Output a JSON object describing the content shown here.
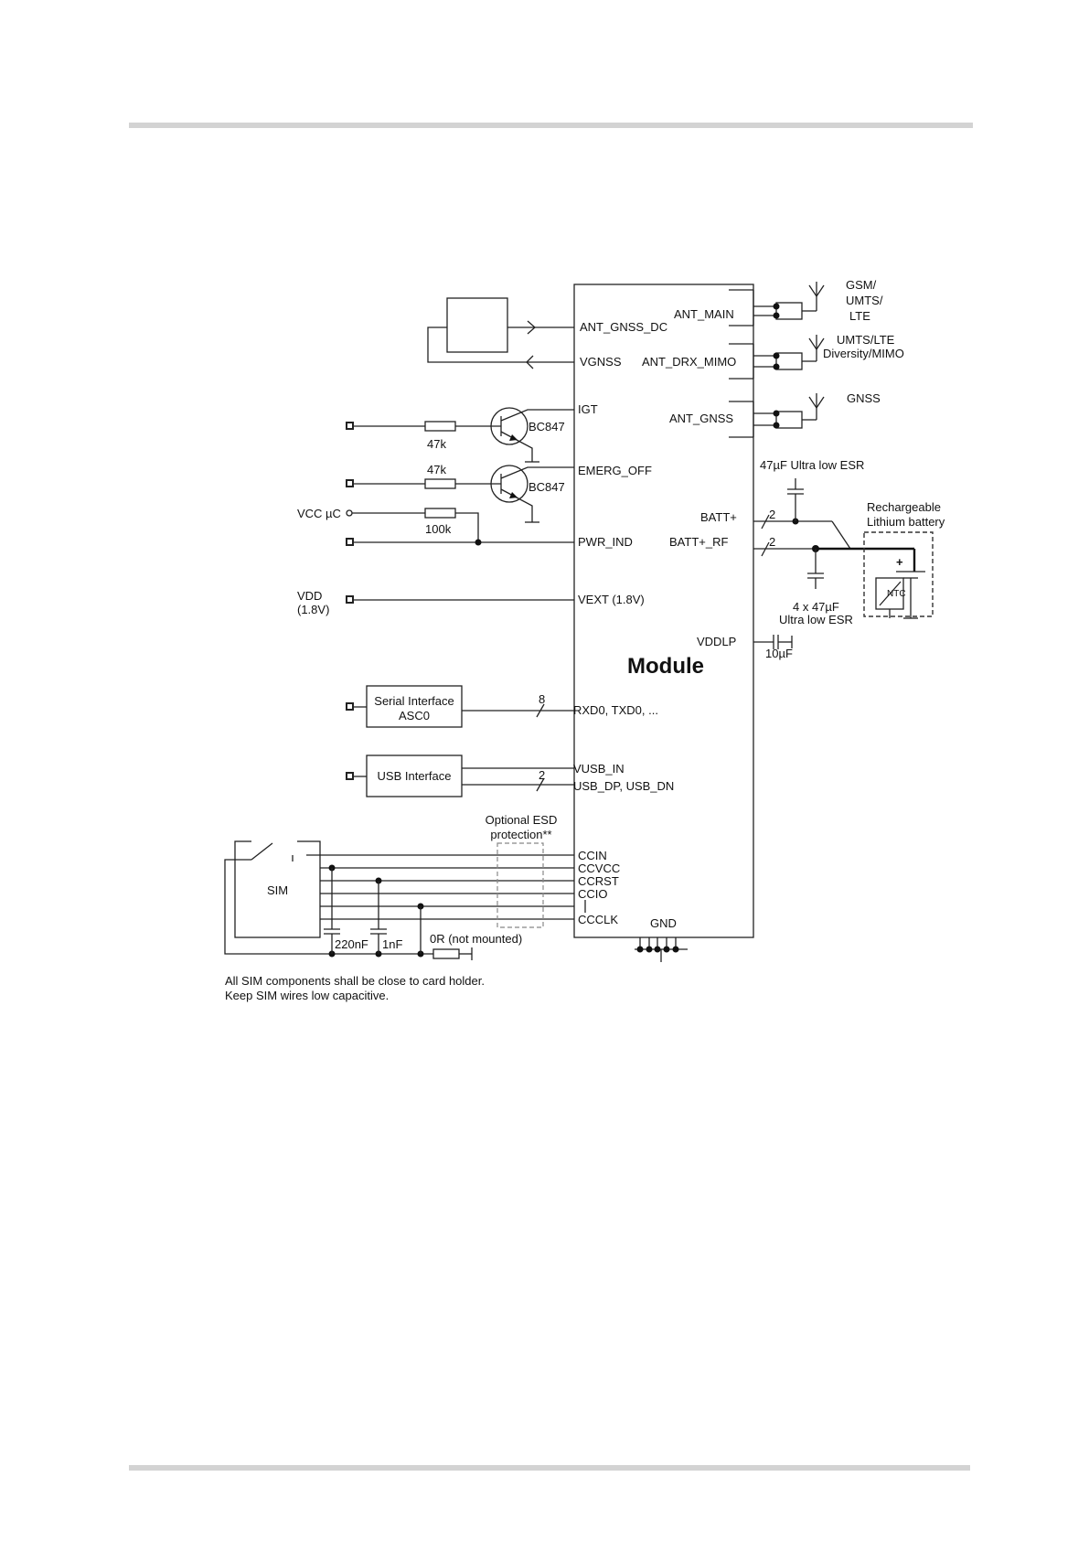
{
  "module": {
    "title": "Module",
    "pins_left": {
      "ant_gnss_dc": "ANT_GNSS_DC",
      "vgnss": "VGNSS",
      "igt": "IGT",
      "emerg_off": "EMERG_OFF",
      "pwr_ind": "PWR_IND",
      "vext": "VEXT (1.8V)",
      "rxd0": "RXD0, TXD0, ...",
      "vusb_in": "VUSB_IN",
      "usb_dp": "USB_DP, USB_DN",
      "ccin": "CCIN",
      "ccvcc": "CCVCC",
      "ccrst": "CCRST",
      "ccio": "CCIO",
      "ccclk": "CCCLK"
    },
    "pins_right": {
      "ant_main": "ANT_MAIN",
      "ant_drx": "ANT_DRX_MIMO",
      "ant_gnss": "ANT_GNSS",
      "batt": "BATT+",
      "batt_rf": "BATT+_RF",
      "vddlp": "VDDLP"
    },
    "gnd": "GND"
  },
  "antennas": {
    "main_l1": "GSM/",
    "main_l2": "UMTS/",
    "main_l3": "LTE",
    "drx_l1": "UMTS/LTE",
    "drx_l2": "Diversity/MIMO",
    "gnss": "GNSS"
  },
  "components": {
    "r_igt": "47k",
    "r_emerg": "47k",
    "r_pwr": "100k",
    "t1": "BC847",
    "t2": "BC847",
    "vcc_uc": "VCC µC",
    "vdd_l1": "VDD",
    "vdd_l2": "(1.8V)",
    "cap_top": "47µF Ultra low ESR",
    "cap_bot_l1": "4 x 47µF",
    "cap_bot_l2": "Ultra low ESR",
    "cap_vddlp": "10µF",
    "battery_l1": "Rechargeable",
    "battery_l2": "Lithium battery",
    "ntc": "NTC",
    "plus": "+",
    "bus_batt": "2",
    "bus_batt_rf": "2",
    "bus_serial": "8",
    "bus_usb": "2",
    "serial_l1": "Serial Interface",
    "serial_l2": "ASC0",
    "usb": "USB Interface",
    "esd_l1": "Optional ESD",
    "esd_l2": "protection**",
    "sim": "SIM",
    "c220": "220nF",
    "c1n": "1nF",
    "r0": "0R (not mounted)"
  },
  "notes": {
    "line1": "All SIM components shall be close to card holder.",
    "line2": "Keep SIM wires low capacitive."
  }
}
